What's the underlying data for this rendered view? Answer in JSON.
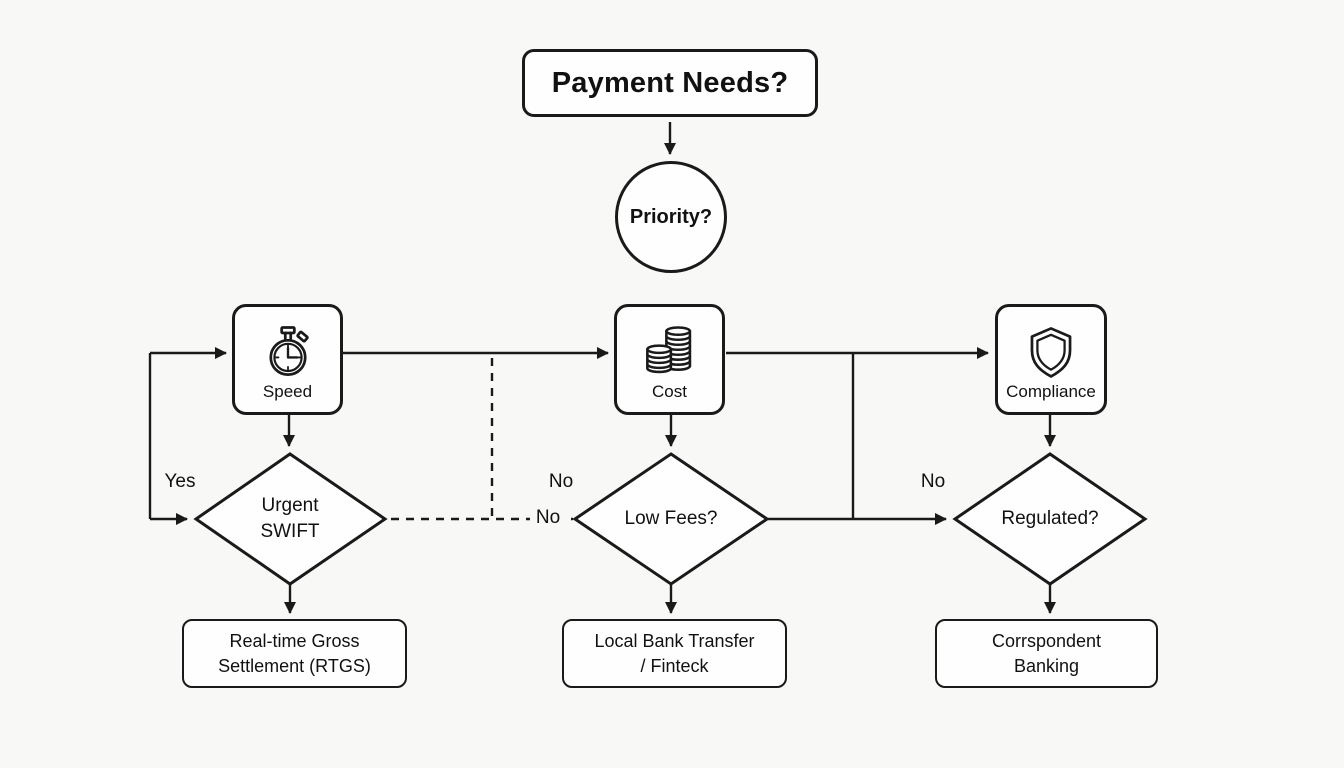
{
  "colors": {
    "stroke": "#1a1a1a",
    "background": "#f8f8f6",
    "node_fill": "#fefefe",
    "text": "#111111"
  },
  "title": {
    "label": "Payment Needs?"
  },
  "root": {
    "label": "Priority?"
  },
  "categories": [
    {
      "label": "Speed",
      "icon": "stopwatch-icon"
    },
    {
      "label": "Cost",
      "icon": "coins-icon"
    },
    {
      "label": "Compliance",
      "icon": "shield-icon"
    }
  ],
  "decisions": [
    {
      "line1": "Urgent",
      "line2": "SWIFT"
    },
    {
      "line1": "Low Fees?",
      "line2": ""
    },
    {
      "line1": "Regulated?",
      "line2": ""
    }
  ],
  "results": [
    {
      "line1": "Real-time Gross",
      "line2": "Settlement (RTGS)"
    },
    {
      "line1": "Local Bank Transfer",
      "line2": "/ Finteck"
    },
    {
      "line1": "Corrspondent",
      "line2": "Banking"
    }
  ],
  "edge_labels": {
    "yes": "Yes",
    "no_upper": "No",
    "no_inline": "No",
    "no_right": "No"
  }
}
